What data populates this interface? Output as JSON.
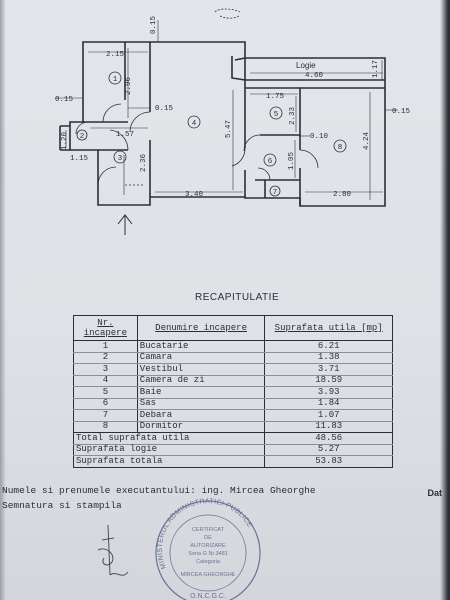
{
  "plan": {
    "dimensions": {
      "d215": "2.15",
      "d015_top": "0.15",
      "d296": "2.96",
      "d015_left": "0.15",
      "d015_mid": "0.15",
      "d547": "5.47",
      "d157": "1.57",
      "d120": "1.20",
      "d115": "1.15",
      "d236": "2.36",
      "d340": "3.40",
      "d460": "4.60",
      "d117": "1.17",
      "d175": "1.75",
      "d233": "2.33",
      "d010": "0.10",
      "d105": "1.05",
      "d424": "4.24",
      "d015_right": "0.15",
      "d280": "2.80"
    },
    "loggia_label": "Logie",
    "room_numbers": [
      "1",
      "2",
      "3",
      "4",
      "5",
      "6",
      "7",
      "8"
    ]
  },
  "recap": {
    "title": "RECAPITULATIE",
    "headers": [
      "Nr. incapere",
      "Denumire incapere",
      "Suprafata utila [mp]"
    ],
    "rows": [
      {
        "nr": "1",
        "name": "Bucatarie",
        "area": "6.21"
      },
      {
        "nr": "2",
        "name": "Camara",
        "area": "1.38"
      },
      {
        "nr": "3",
        "name": "Vestibul",
        "area": "3.71"
      },
      {
        "nr": "4",
        "name": "Camera de zi",
        "area": "18.59"
      },
      {
        "nr": "5",
        "name": "Baie",
        "area": "3.93"
      },
      {
        "nr": "6",
        "name": "Sas",
        "area": "1.84"
      },
      {
        "nr": "7",
        "name": "Debara",
        "area": "1.07"
      },
      {
        "nr": "8",
        "name": "Dormitor",
        "area": "11.83"
      }
    ],
    "totals": [
      {
        "label": "Total suprafata utila",
        "value": "48.56"
      },
      {
        "label": "Suprafata logie",
        "value": "5.27"
      },
      {
        "label": "Suprafata totala",
        "value": "53.83"
      }
    ]
  },
  "footer": {
    "line1": "Numele si prenumele executantului: ing. Mircea Gheorghe",
    "line2": "Semnatura  si  stampila",
    "date_label": "Dat"
  },
  "stamp": {
    "ring_text": "MINISTERUL ADMINISTRATIEI PUBLICE",
    "inner_lines": [
      "CERTIFICAT",
      "DE",
      "AUTORIZARE",
      "Seria G Nr.3481",
      "Categoria",
      "MIRCEA GHEORGHE"
    ],
    "bottom_text": "O.N.C.G.C."
  },
  "colors": {
    "ink": "#2a2f3a",
    "stamp_ink": "#6b7396",
    "paper": "#e0e2e7"
  }
}
